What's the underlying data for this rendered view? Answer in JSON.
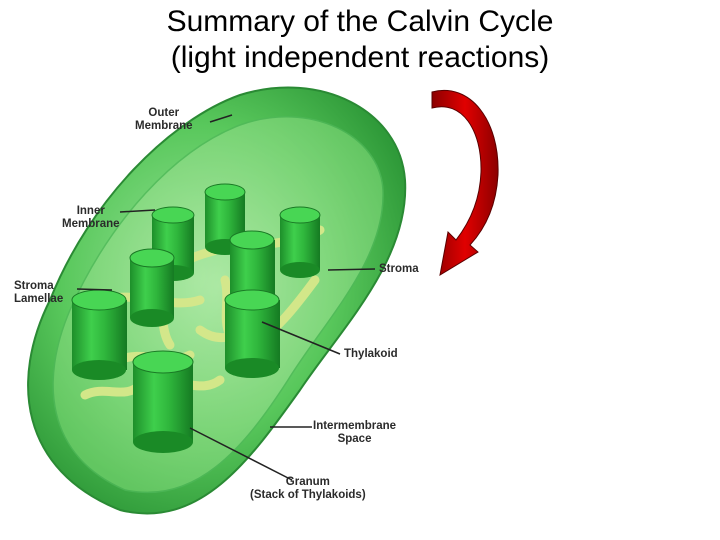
{
  "slide": {
    "title_line1": "Summary of the Calvin Cycle",
    "title_line2": "(light independent reactions)"
  },
  "diagram": {
    "labels": {
      "outer_membrane_1": "Outer",
      "outer_membrane_2": "Membrane",
      "inner_membrane_1": "Inner",
      "inner_membrane_2": "Membrane",
      "stroma_lamellae_1": "Stroma",
      "stroma_lamellae_2": "Lamellae",
      "stroma": "Stroma",
      "thylakoid": "Thylakoid",
      "intermembrane_1": "Intermembrane",
      "intermembrane_2": "Space",
      "granum_1": "Granum",
      "granum_2": "(Stack of Thylakoids)"
    },
    "arrow_color": "#d40000",
    "chloroplast_color": "#39b54a"
  }
}
